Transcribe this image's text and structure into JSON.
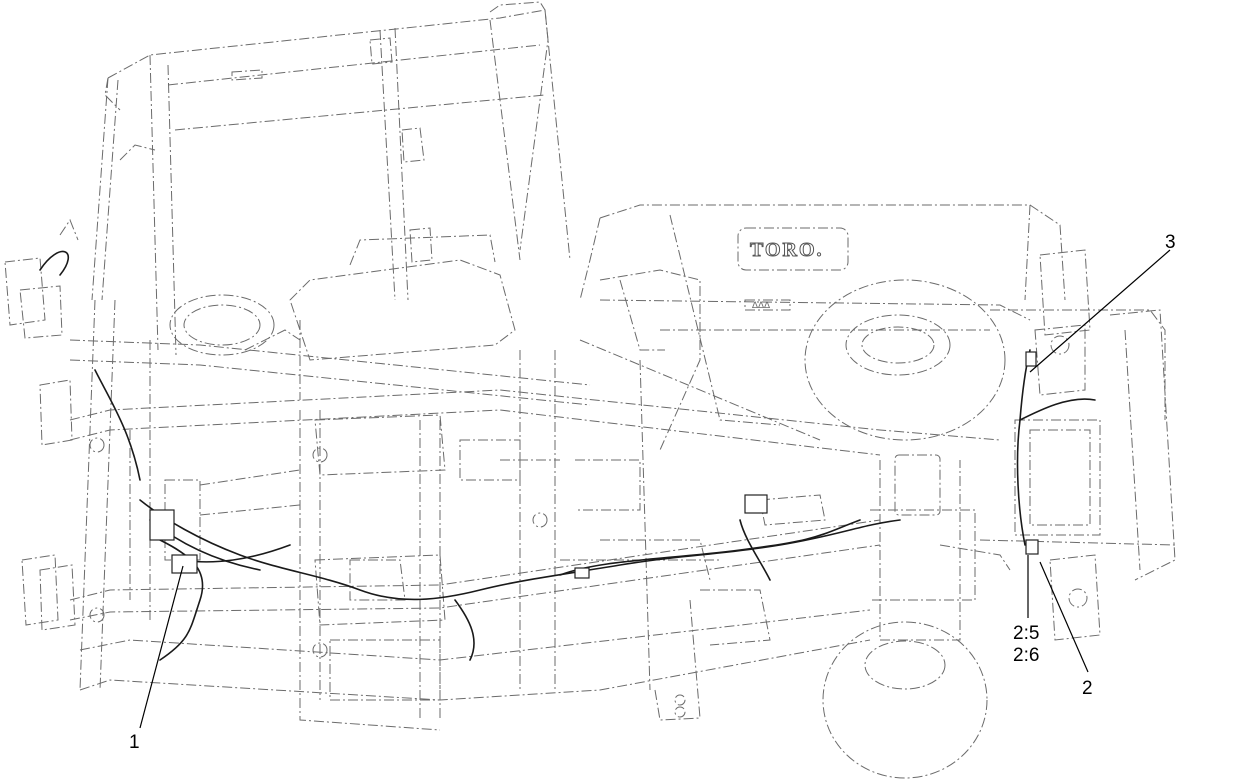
{
  "diagram": {
    "logo_text": "TORO.",
    "small_decal_text": "∆∆∆",
    "callouts": [
      {
        "id": "callout-1",
        "label": "1"
      },
      {
        "id": "callout-2",
        "label": "2"
      },
      {
        "id": "callout-3",
        "label": "3"
      }
    ],
    "sub_labels": [
      {
        "id": "sub-label-2-5",
        "label": "2:5"
      },
      {
        "id": "sub-label-2-6",
        "label": "2:6"
      }
    ],
    "colors": {
      "phantom_line": "#6b6b6b",
      "highlighted_part": "#222222",
      "background": "#ffffff"
    }
  }
}
